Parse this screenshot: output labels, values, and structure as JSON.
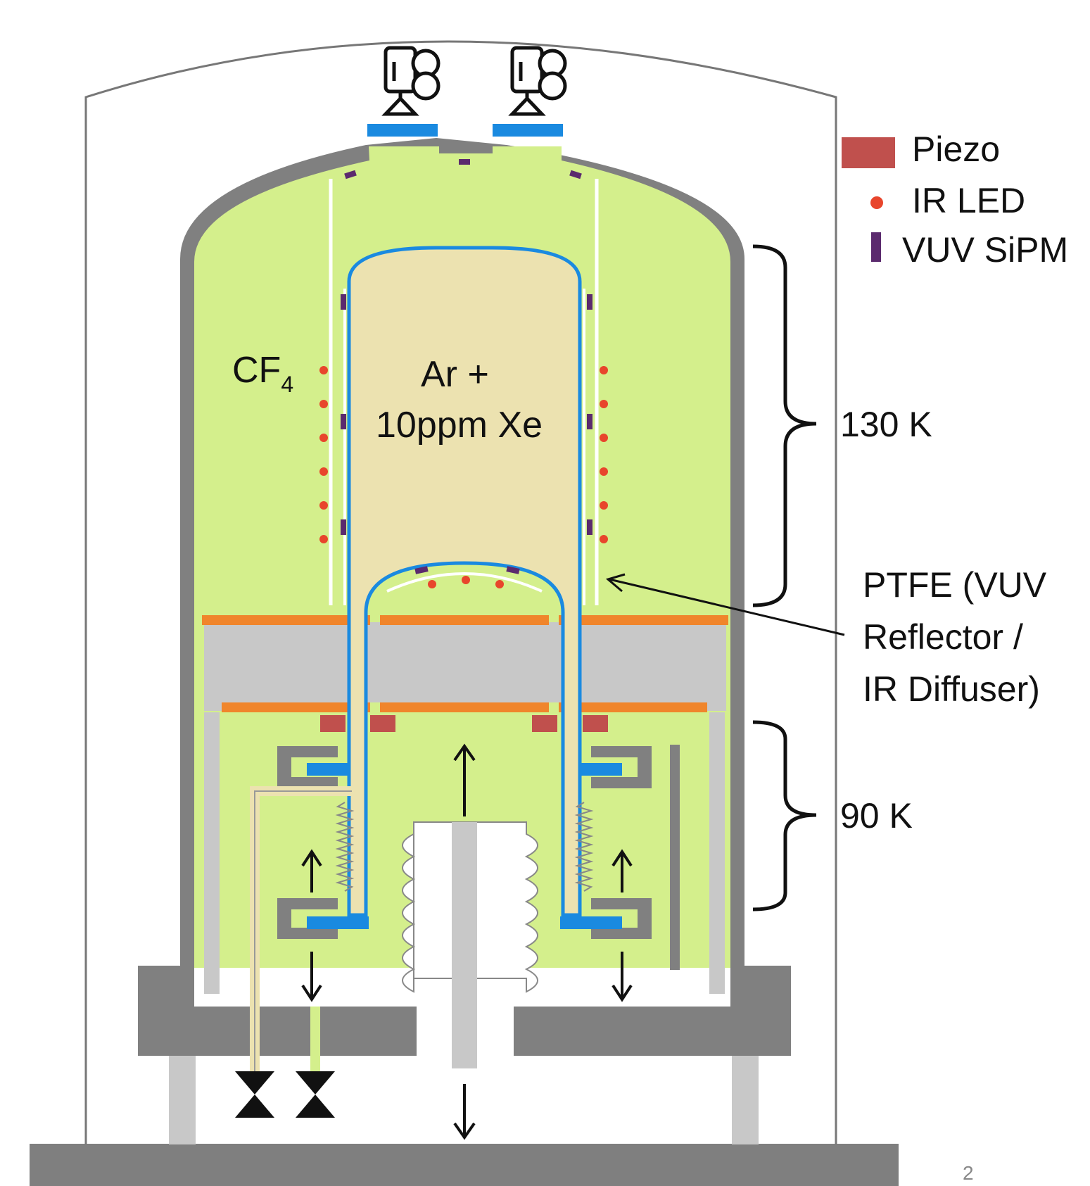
{
  "legend": {
    "piezo": "Piezo",
    "ir_led": "IR LED",
    "vuv_sipm": "VUV SiPM"
  },
  "labels": {
    "cf4_main": "CF",
    "cf4_sub": "4",
    "inner_line1": "Ar +",
    "inner_line2": "10ppm Xe",
    "temp_upper": "130 K",
    "temp_lower": "90 K",
    "ptfe_line1": "PTFE (VUV",
    "ptfe_line2": "Reflector /",
    "ptfe_line3": "IR Diffuser)",
    "page_number": "2"
  },
  "colors": {
    "cf4_fill": "#d4ef8c",
    "inner_fill": "#ece2b0",
    "vessel_gray": "#828282",
    "light_gray": "#c8c8c8",
    "piezo": "#c0504d",
    "ir_led": "#e8452c",
    "vuv_sipm": "#5b2a6e",
    "viewport_blue": "#1a8ae0",
    "orange_plate": "#f0852b"
  }
}
